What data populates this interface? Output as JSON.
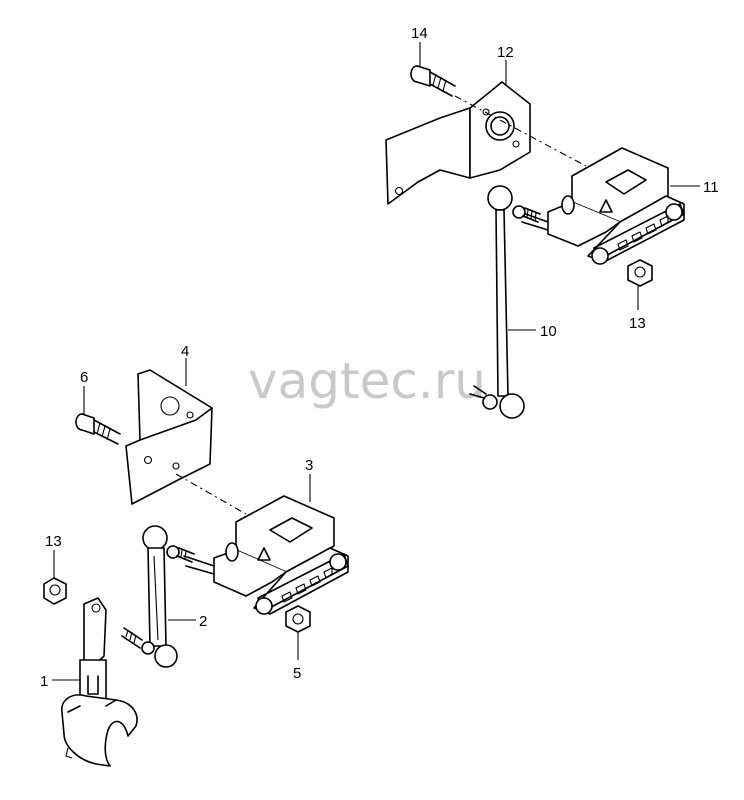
{
  "watermark": "vagtec.ru",
  "callouts": {
    "c1": "1",
    "c2": "2",
    "c3": "3",
    "c4": "4",
    "c5": "5",
    "c6": "6",
    "c10": "10",
    "c11": "11",
    "c12": "12",
    "c13a": "13",
    "c13b": "13",
    "c14": "14"
  }
}
